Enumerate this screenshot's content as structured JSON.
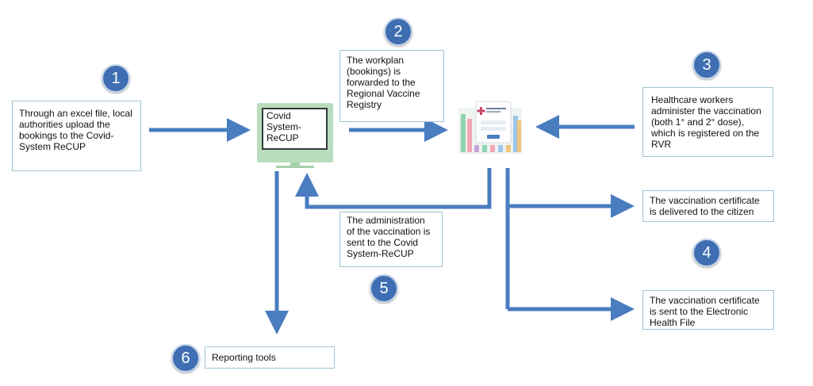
{
  "steps": {
    "s1": {
      "number": "1",
      "text": "Through an excel file, local authorities upload the bookings to the Covid-System ReCUP"
    },
    "s2": {
      "number": "2",
      "text": "The workplan (bookings) is forwarded to the Regional Vaccine Registry"
    },
    "s3": {
      "number": "3",
      "text": "Healthcare workers administer the vaccination (both 1° and 2° dose), which is registered on the RVR"
    },
    "s4": {
      "number": "4",
      "text_a": "The vaccination certificate is delivered to the citizen",
      "text_b": "The vaccination certificate is sent to the Electronic Health File"
    },
    "s5": {
      "number": "5",
      "text": "The administration of the vaccination is sent to the Covid System-ReCUP"
    },
    "s6": {
      "number": "6",
      "text": "Reporting tools"
    }
  },
  "system": {
    "label": "Covid System-ReCUP"
  },
  "colors": {
    "arrow": "#4a7cc0",
    "badge": "#3f6fb2",
    "box_border": "#9fc3d3",
    "monitor": "#b9dcbc"
  },
  "icons": {
    "monitor": "computer-monitor-icon",
    "registry": "vaccine-registry-app-icon"
  }
}
